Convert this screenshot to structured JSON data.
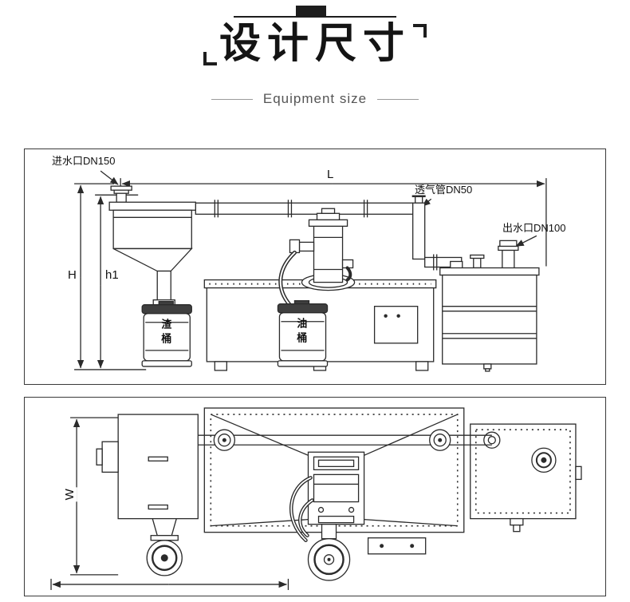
{
  "header": {
    "title": "设计尺寸",
    "subtitle": "Equipment size"
  },
  "front_view": {
    "dim_L": "L",
    "dim_H": "H",
    "dim_h1": "h1",
    "label_inlet": "进水口DN150",
    "label_vent": "透气管DN50",
    "label_outlet": "出水口DN100",
    "label_slag_bucket": "渣桶",
    "label_oil_bucket": "油桶"
  },
  "plan_view": {
    "dim_W": "W"
  },
  "colors": {
    "line": "#2b2b2b",
    "accent_dark": "#3f3f3f"
  }
}
